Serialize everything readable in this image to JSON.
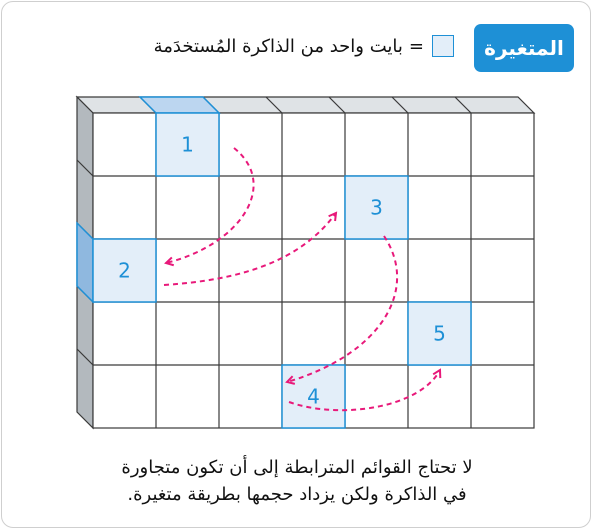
{
  "header": {
    "badge_label": "المتغيرة",
    "legend_label": "بايت واحد من الذاكرة المُستخدَمة",
    "legend_equals": "="
  },
  "memory_blocks": [
    {
      "label": "1",
      "row": 0,
      "col": 1
    },
    {
      "label": "2",
      "row": 2,
      "col": 0
    },
    {
      "label": "3",
      "row": 1,
      "col": 4
    },
    {
      "label": "4",
      "row": 4,
      "col": 3
    },
    {
      "label": "5",
      "row": 3,
      "col": 5
    }
  ],
  "caption": {
    "line1": "لا تحتاج القوائم المترابطة إلى أن تكون متجاورة",
    "line2": "في الذاكرة ولكن يزداد حجمها بطريقة متغيرة."
  },
  "colors": {
    "accent": "#1e90d6",
    "cell_fill": "#e3eef9",
    "arrow": "#e8197a",
    "grid_line": "#3a3a3a",
    "side_face": "#b3b9be",
    "top_face": "#dfe3e6"
  }
}
